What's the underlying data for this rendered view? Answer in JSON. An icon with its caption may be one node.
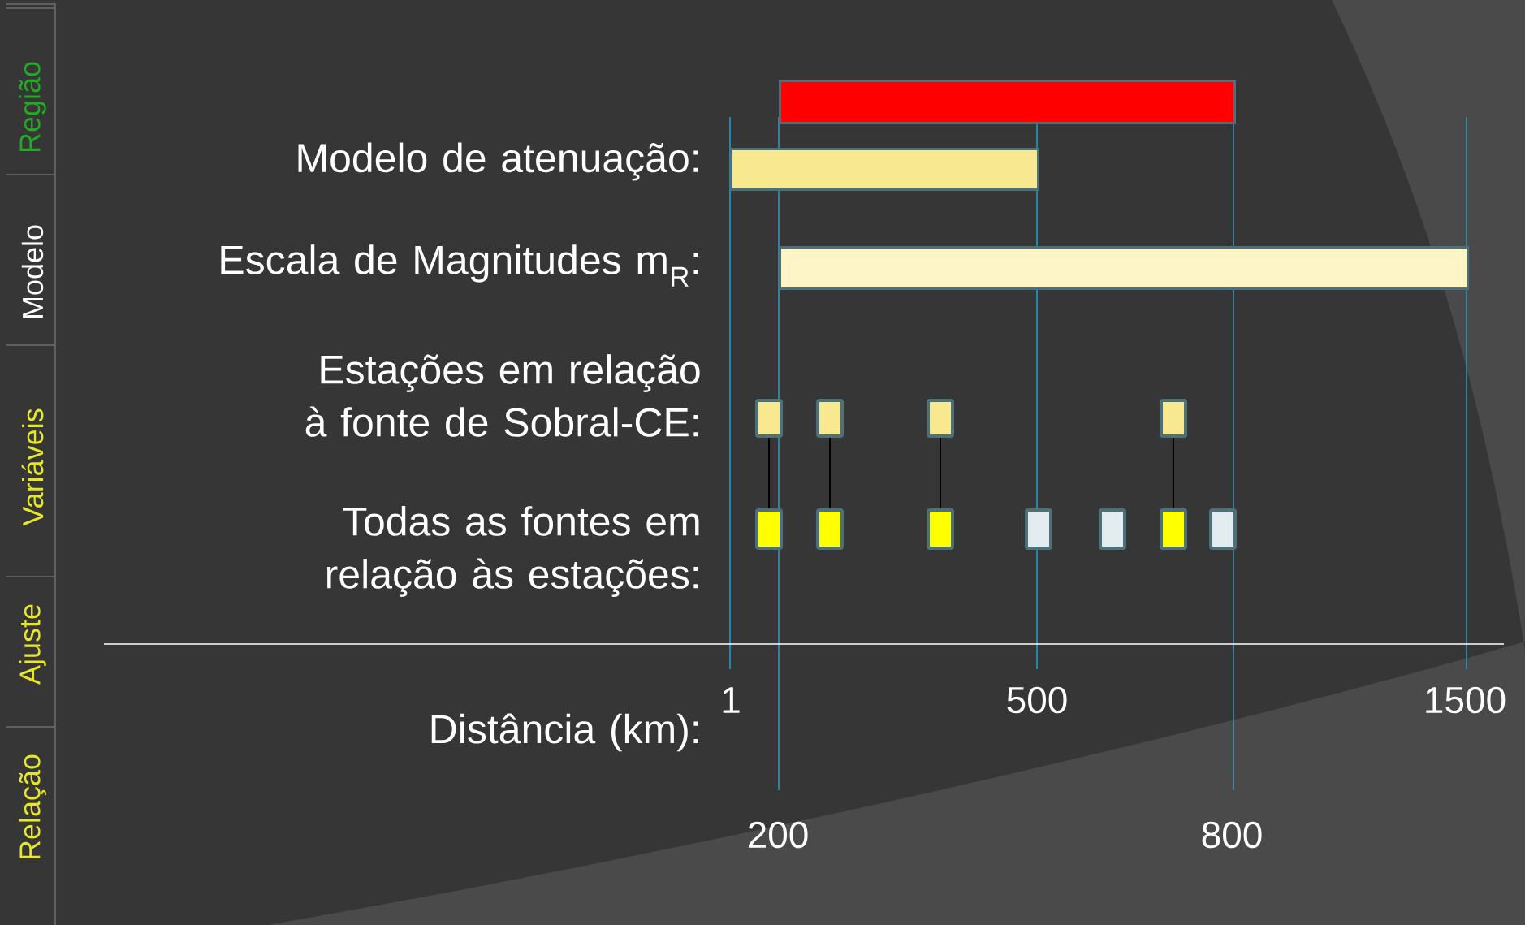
{
  "diagram": {
    "nodes": [
      {
        "text": [],
        "shape": "bar"
      },
      {
        "text": [],
        "shape": "bar"
      },
      {
        "text": [],
        "shape": "bar"
      },
      {
        "text": [],
        "shape": "box"
      },
      {
        "text": [],
        "shape": "box"
      },
      {
        "text": [],
        "shape": "box"
      },
      {
        "text": [],
        "shape": "box"
      },
      {
        "text": [],
        "shape": "box"
      },
      {
        "text": [],
        "shape": "box"
      },
      {
        "text": [],
        "shape": "box"
      },
      {
        "text": [],
        "shape": "box"
      },
      {
        "text": [],
        "shape": "box"
      },
      {
        "text": [],
        "shape": "box"
      },
      {
        "text": [],
        "shape": "box"
      }
    ],
    "edges": [
      {
        "from": 3,
        "to": 7,
        "arrow": "none"
      },
      {
        "from": 4,
        "to": 8,
        "arrow": "none"
      },
      {
        "from": 5,
        "to": 9,
        "arrow": "none"
      },
      {
        "from": 6,
        "to": 12,
        "arrow": "none"
      }
    ],
    "labels": [
      "Região",
      "Modelo",
      "Variáveis",
      "Ajuste",
      "Relação",
      "Modelo de atenuação:",
      "Escala de Magnitudes m$_{R}$:",
      "Estações em relação à fonte de Sobral-CE:",
      "Todas as fontes em relação às estações:",
      "1",
      "500",
      "1500",
      "Distância (km):",
      "200",
      "800"
    ]
  }
}
